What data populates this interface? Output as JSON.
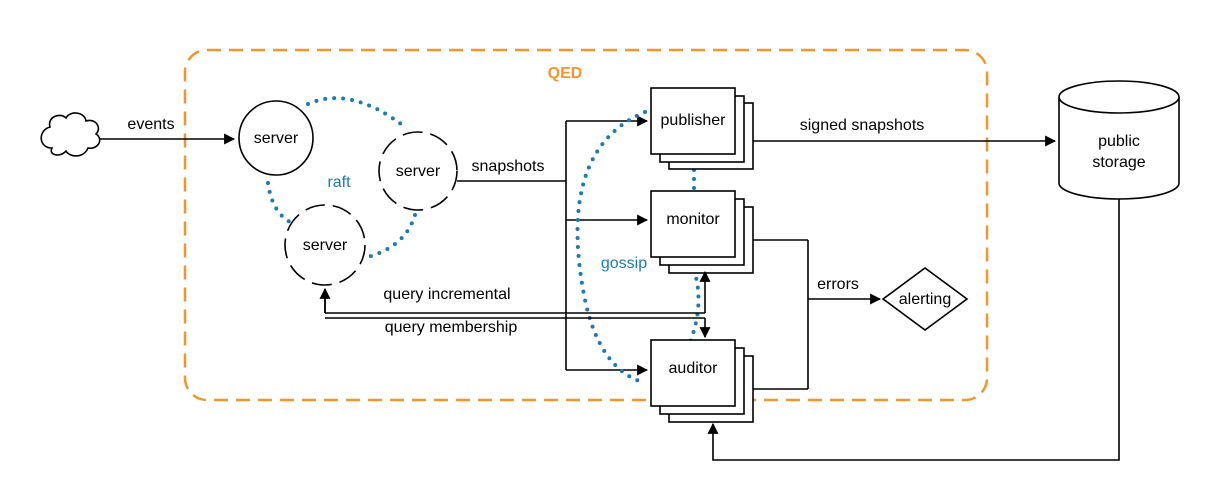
{
  "boundary": {
    "title": "QED"
  },
  "source": {
    "events_label": "events"
  },
  "servers": {
    "labels": [
      "server",
      "server",
      "server"
    ],
    "raft_label": "raft"
  },
  "flows": {
    "snapshots": "snapshots",
    "signed_snapshots": "signed snapshots",
    "query_incremental": "query incremental",
    "query_membership": "query membership",
    "errors": "errors",
    "gossip": "gossip"
  },
  "agents": {
    "publisher": "publisher",
    "monitor": "monitor",
    "auditor": "auditor"
  },
  "alerting": {
    "label": "alerting"
  },
  "storage": {
    "line1": "public",
    "line2": "storage"
  },
  "colors": {
    "boundary": "#f0962a",
    "dotted": "#1a7ab5"
  }
}
